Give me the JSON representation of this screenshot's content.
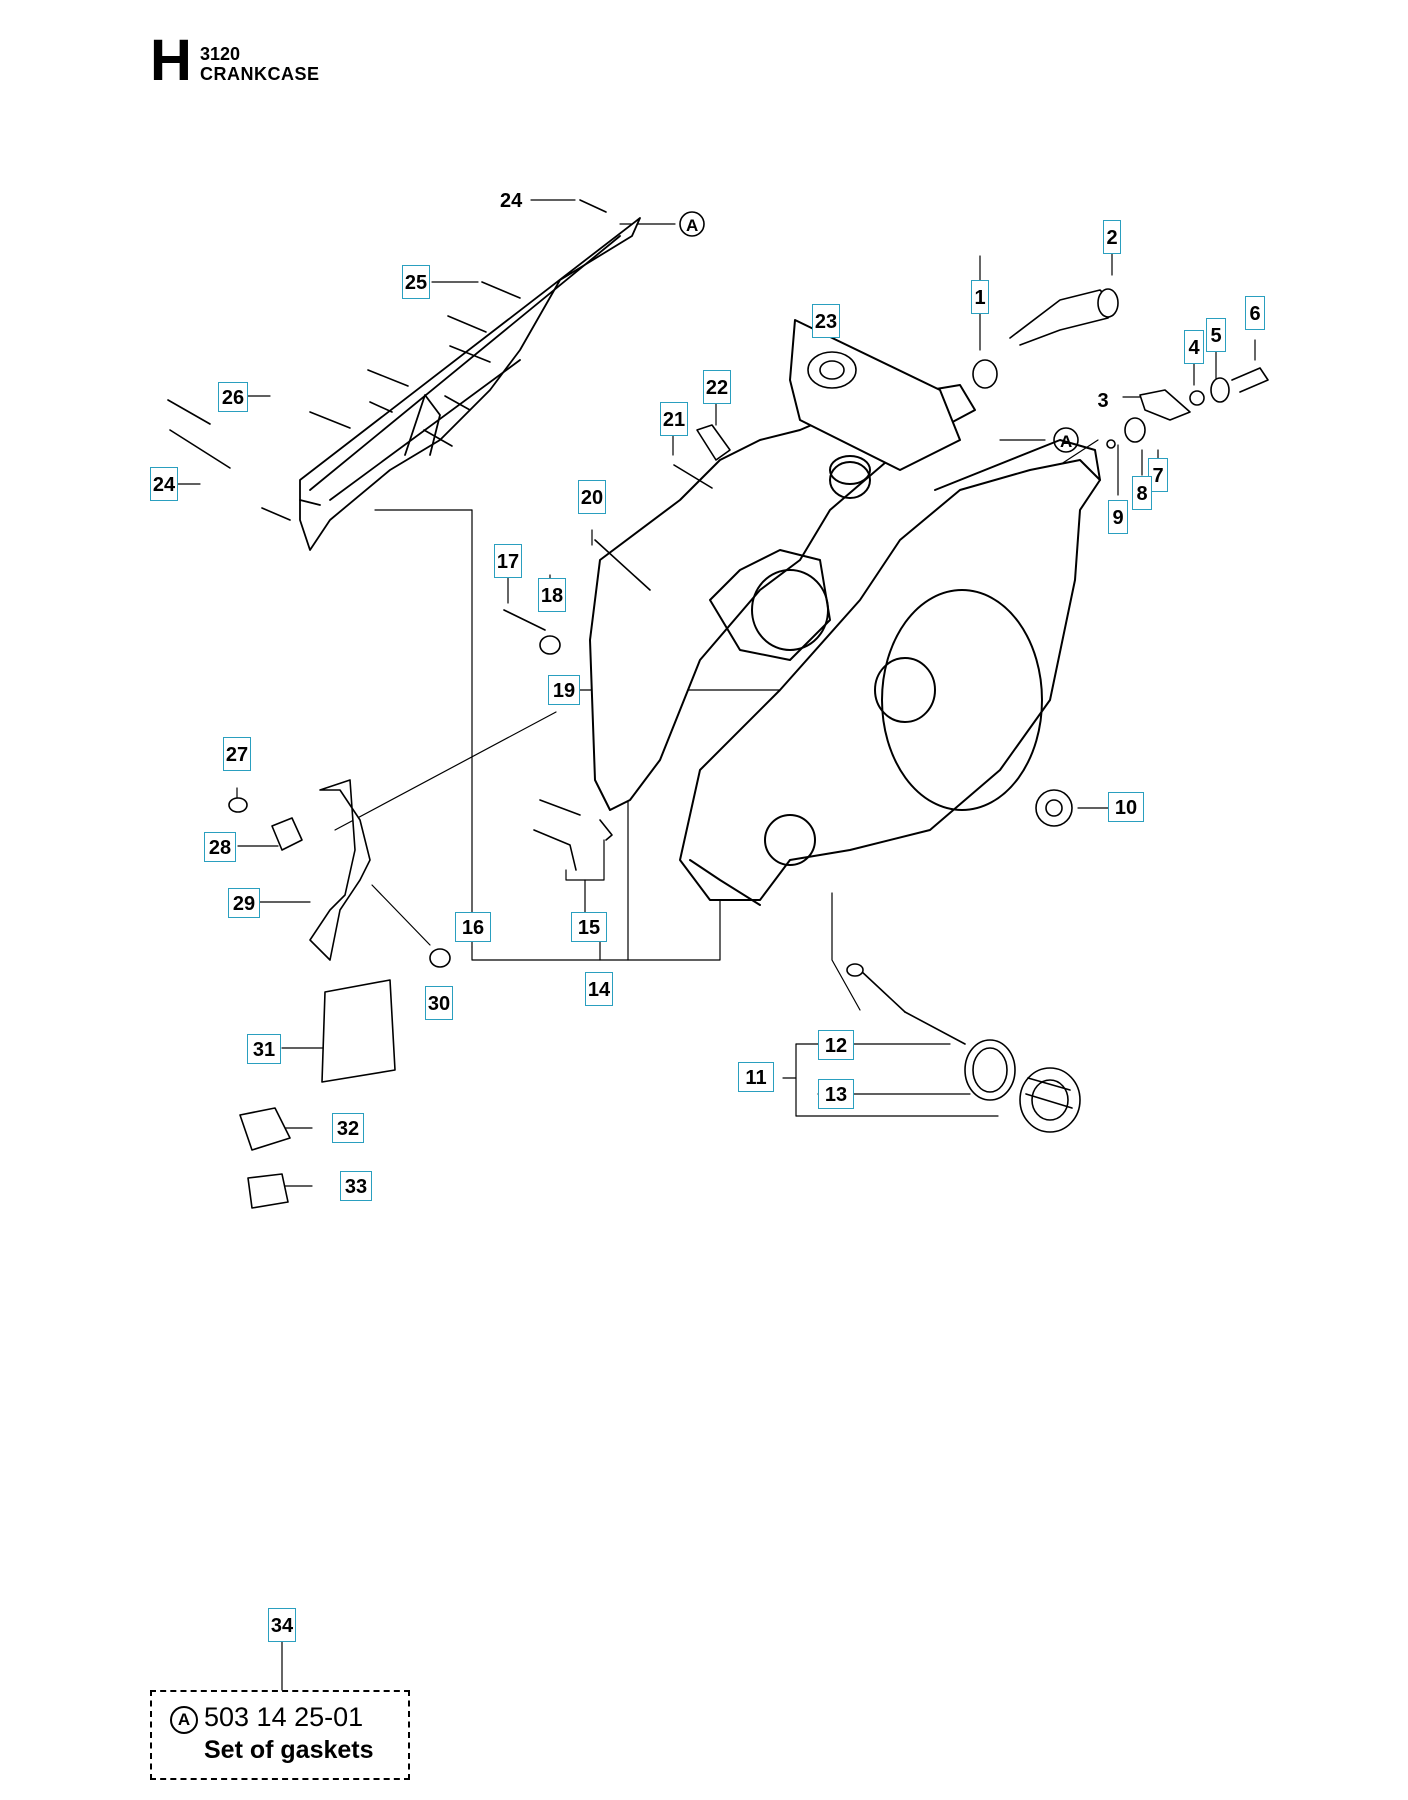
{
  "header": {
    "letter": "H",
    "code": "3120",
    "title": "CRANKCASE"
  },
  "reference_mark": "A",
  "callouts": [
    "1",
    "2",
    "3",
    "4",
    "5",
    "6",
    "7",
    "8",
    "9",
    "10",
    "11",
    "12",
    "13",
    "14",
    "15",
    "16",
    "17",
    "18",
    "19",
    "20",
    "21",
    "22",
    "23",
    "24",
    "25",
    "26",
    "27",
    "28",
    "29",
    "30",
    "31",
    "32",
    "33",
    "34"
  ],
  "labels": {
    "n1": "1",
    "n2": "2",
    "n3": "3",
    "n4": "4",
    "n5": "5",
    "n6": "6",
    "n7": "7",
    "n8": "8",
    "n9": "9",
    "n10": "10",
    "n11": "11",
    "n12": "12",
    "n13": "13",
    "n14": "14",
    "n15": "15",
    "n16": "16",
    "n17": "17",
    "n18": "18",
    "n19": "19",
    "n20": "20",
    "n21": "21",
    "n22": "22",
    "n23": "23",
    "n24a": "24",
    "n24b": "24",
    "n25": "25",
    "n26": "26",
    "n27": "27",
    "n28": "28",
    "n29": "29",
    "n30": "30",
    "n31": "31",
    "n32": "32",
    "n33": "33",
    "n34": "34"
  },
  "kit": {
    "mark": "A",
    "part_number": "503 14 25-01",
    "description": "Set of gaskets"
  },
  "colors": {
    "callout_border": "#2a9fbf",
    "line": "#000000"
  }
}
